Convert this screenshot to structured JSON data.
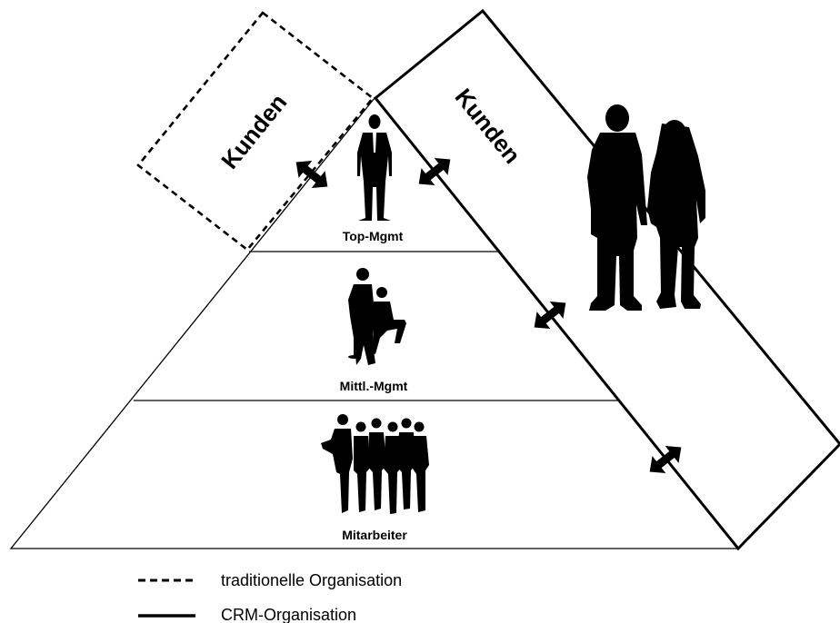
{
  "diagram": {
    "customer_box_traditional_label": "Kunden",
    "customer_box_crm_label": "Kunden",
    "levels": {
      "top": "Top-Mgmt",
      "middle": "Mittl.-Mgmt",
      "staff": "Mitarbeiter"
    }
  },
  "legend": {
    "traditional": "traditionelle Organisation",
    "crm": "CRM-Organisation"
  }
}
